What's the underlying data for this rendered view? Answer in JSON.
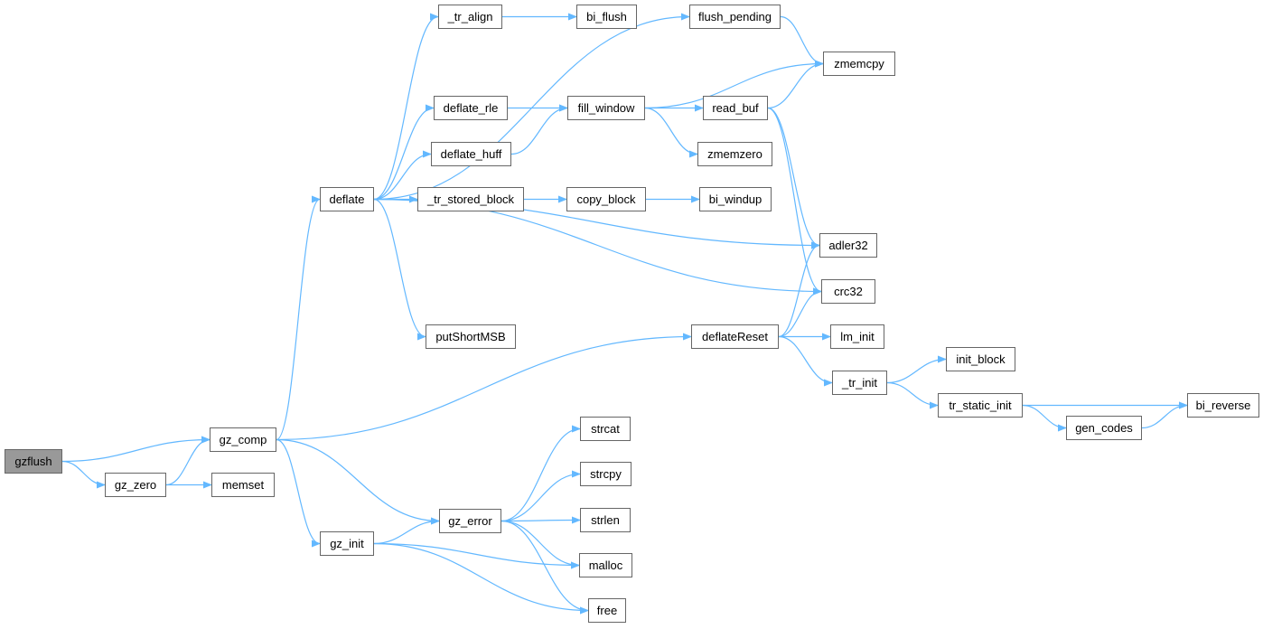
{
  "title": "gzflush call graph",
  "colors": {
    "edge": "#63b8ff",
    "root_fill": "#999999",
    "node_border": "#666666"
  },
  "nodes": [
    {
      "id": "gzflush",
      "label": "gzflush",
      "root": true
    },
    {
      "id": "gz_comp",
      "label": "gz_comp"
    },
    {
      "id": "gz_zero",
      "label": "gz_zero"
    },
    {
      "id": "memset",
      "label": "memset"
    },
    {
      "id": "deflate",
      "label": "deflate"
    },
    {
      "id": "gz_init",
      "label": "gz_init"
    },
    {
      "id": "gz_error",
      "label": "gz_error"
    },
    {
      "id": "_tr_align",
      "label": "_tr_align"
    },
    {
      "id": "bi_flush",
      "label": "bi_flush"
    },
    {
      "id": "flush_pending",
      "label": "flush_pending"
    },
    {
      "id": "deflate_rle",
      "label": "deflate_rle"
    },
    {
      "id": "deflate_huff",
      "label": "deflate_huff"
    },
    {
      "id": "_tr_stored_block",
      "label": "_tr_stored_block"
    },
    {
      "id": "fill_window",
      "label": "fill_window"
    },
    {
      "id": "copy_block",
      "label": "copy_block"
    },
    {
      "id": "putShortMSB",
      "label": "putShortMSB"
    },
    {
      "id": "read_buf",
      "label": "read_buf"
    },
    {
      "id": "zmemzero",
      "label": "zmemzero"
    },
    {
      "id": "bi_windup",
      "label": "bi_windup"
    },
    {
      "id": "zmemcpy",
      "label": "zmemcpy"
    },
    {
      "id": "adler32",
      "label": "adler32"
    },
    {
      "id": "crc32",
      "label": "crc32"
    },
    {
      "id": "deflateReset",
      "label": "deflateReset"
    },
    {
      "id": "lm_init",
      "label": "lm_init"
    },
    {
      "id": "_tr_init",
      "label": "_tr_init"
    },
    {
      "id": "init_block",
      "label": "init_block"
    },
    {
      "id": "tr_static_init",
      "label": "tr_static_init"
    },
    {
      "id": "gen_codes",
      "label": "gen_codes"
    },
    {
      "id": "bi_reverse",
      "label": "bi_reverse"
    },
    {
      "id": "strcat",
      "label": "strcat"
    },
    {
      "id": "strcpy",
      "label": "strcpy"
    },
    {
      "id": "strlen",
      "label": "strlen"
    },
    {
      "id": "malloc",
      "label": "malloc"
    },
    {
      "id": "free",
      "label": "free"
    }
  ],
  "edges": [
    [
      "gzflush",
      "gz_comp"
    ],
    [
      "gzflush",
      "gz_zero"
    ],
    [
      "gz_zero",
      "gz_comp"
    ],
    [
      "gz_zero",
      "memset"
    ],
    [
      "gz_comp",
      "deflate"
    ],
    [
      "gz_comp",
      "deflateReset"
    ],
    [
      "gz_comp",
      "gz_error"
    ],
    [
      "gz_comp",
      "gz_init"
    ],
    [
      "deflate",
      "_tr_align"
    ],
    [
      "deflate",
      "flush_pending"
    ],
    [
      "deflate",
      "deflate_rle"
    ],
    [
      "deflate",
      "deflate_huff"
    ],
    [
      "deflate",
      "_tr_stored_block"
    ],
    [
      "deflate",
      "adler32"
    ],
    [
      "deflate",
      "crc32"
    ],
    [
      "deflate",
      "putShortMSB"
    ],
    [
      "_tr_align",
      "bi_flush"
    ],
    [
      "flush_pending",
      "zmemcpy"
    ],
    [
      "deflate_rle",
      "fill_window"
    ],
    [
      "deflate_huff",
      "fill_window"
    ],
    [
      "fill_window",
      "zmemcpy"
    ],
    [
      "fill_window",
      "read_buf"
    ],
    [
      "fill_window",
      "zmemzero"
    ],
    [
      "read_buf",
      "zmemcpy"
    ],
    [
      "read_buf",
      "adler32"
    ],
    [
      "read_buf",
      "crc32"
    ],
    [
      "_tr_stored_block",
      "copy_block"
    ],
    [
      "copy_block",
      "bi_windup"
    ],
    [
      "deflateReset",
      "adler32"
    ],
    [
      "deflateReset",
      "crc32"
    ],
    [
      "deflateReset",
      "lm_init"
    ],
    [
      "deflateReset",
      "_tr_init"
    ],
    [
      "_tr_init",
      "init_block"
    ],
    [
      "_tr_init",
      "tr_static_init"
    ],
    [
      "tr_static_init",
      "bi_reverse"
    ],
    [
      "tr_static_init",
      "gen_codes"
    ],
    [
      "gen_codes",
      "bi_reverse"
    ],
    [
      "gz_init",
      "gz_error"
    ],
    [
      "gz_init",
      "malloc"
    ],
    [
      "gz_init",
      "free"
    ],
    [
      "gz_error",
      "strcat"
    ],
    [
      "gz_error",
      "strcpy"
    ],
    [
      "gz_error",
      "strlen"
    ],
    [
      "gz_error",
      "malloc"
    ],
    [
      "gz_error",
      "free"
    ]
  ]
}
